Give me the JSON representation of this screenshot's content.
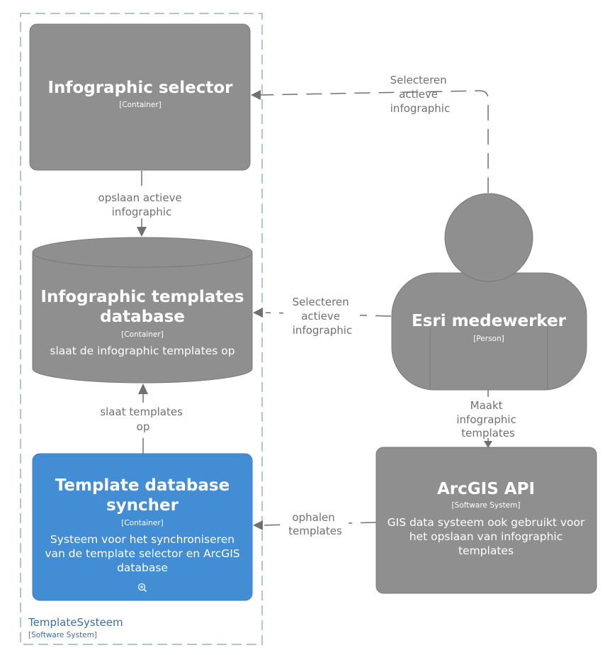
{
  "boundary": {
    "name": "TemplateSysteem",
    "type": "[Software System]"
  },
  "nodes": {
    "selector": {
      "title": "Infographic selector",
      "type": "[Container]",
      "color": "#8f8f8f"
    },
    "database": {
      "title_line1": "Infographic templates",
      "title_line2": "database",
      "type": "[Container]",
      "description": "slaat de infographic templates op",
      "color": "#8f8f8f"
    },
    "syncher": {
      "title_line1": "Template database",
      "title_line2": "syncher",
      "type": "[Container]",
      "desc_line1": "Systeem voor het synchroniseren",
      "desc_line2": "van de template selector en ArcGIS",
      "desc_line3": "database",
      "zoom_icon": "zoom-in-icon",
      "color": "#438dd5"
    },
    "person": {
      "title": "Esri medewerker",
      "type": "[Person]",
      "color": "#8f8f8f"
    },
    "arcgis": {
      "title": "ArcGIS API",
      "type": "[Software System]",
      "desc_line1": "GIS data systeem ook gebruikt voor",
      "desc_line2": "het opslaan van infographic",
      "desc_line3": "templates",
      "color": "#8f8f8f"
    }
  },
  "relations": {
    "person_to_selector": {
      "line1": "Selecteren",
      "line2": "actieve",
      "line3": "infographic"
    },
    "selector_to_database": {
      "line1": "opslaan actieve",
      "line2": "infographic"
    },
    "person_to_database": {
      "line1": "Selecteren",
      "line2": "actieve",
      "line3": "infographic"
    },
    "syncher_to_database": {
      "line1": "slaat templates",
      "line2": "op"
    },
    "person_to_arcgis": {
      "line1": "Maakt",
      "line2": "infographic",
      "line3": "templates"
    },
    "arcgis_to_syncher": {
      "line1": "ophalen",
      "line2": "templates"
    }
  }
}
